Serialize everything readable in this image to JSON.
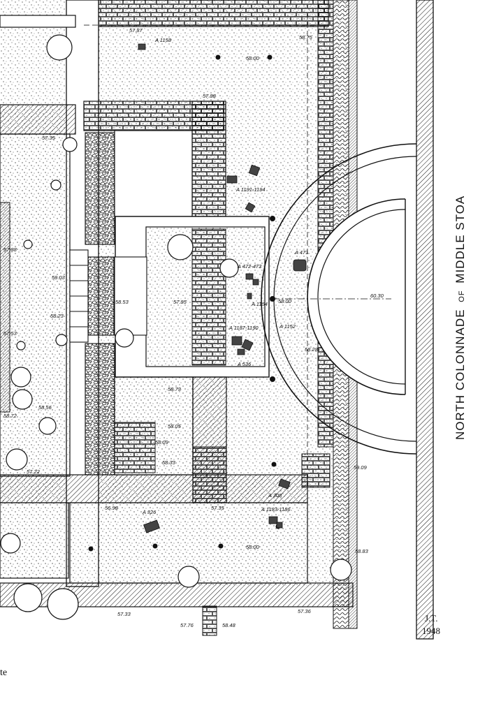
{
  "title": {
    "main_a": "NORTH COLONNADE",
    "of": "OF",
    "main_b": "MIDDLE STOA"
  },
  "signature": {
    "initials": "J.T.",
    "year": "1948"
  },
  "caption_fragment": "te",
  "elevations": {
    "e5787": "57.87",
    "e5875": "58.75",
    "e5800a": "58.00",
    "e5788a": "57.88",
    "e5735": "57.35",
    "e5788": "57.88",
    "e5903": "59.03",
    "e5823": "58.23",
    "e5753": "57.53",
    "e5853": "58.53",
    "e5785": "57.85",
    "e5800b": "58.00",
    "e6030": "60.30",
    "e5828": "58.28",
    "e5856": "58.56",
    "e5872": "58.72",
    "e5722": "57.22",
    "e5873": "58.73",
    "e5805": "58.05",
    "e5809": "58.09",
    "e5833": "58.33",
    "e5909": "59.09",
    "e5698": "56.98",
    "e5735b": "57.35",
    "e5800c": "58.00",
    "e5883": "58.83",
    "e5733": "57.33",
    "e5776": "57.76",
    "e5848": "58.48",
    "e5736": "57.36"
  },
  "finds": {
    "a1158": "A 1158",
    "a1191": "A 1191-1194",
    "a471": "A 471",
    "a472": "A 472-473",
    "a1154": "A 1154",
    "a1152": "A 1152",
    "a1187": "A 1187-1190",
    "a536": "A 536",
    "a308": "A 308",
    "a1183": "A 1183-1186",
    "a326": "A 326"
  }
}
